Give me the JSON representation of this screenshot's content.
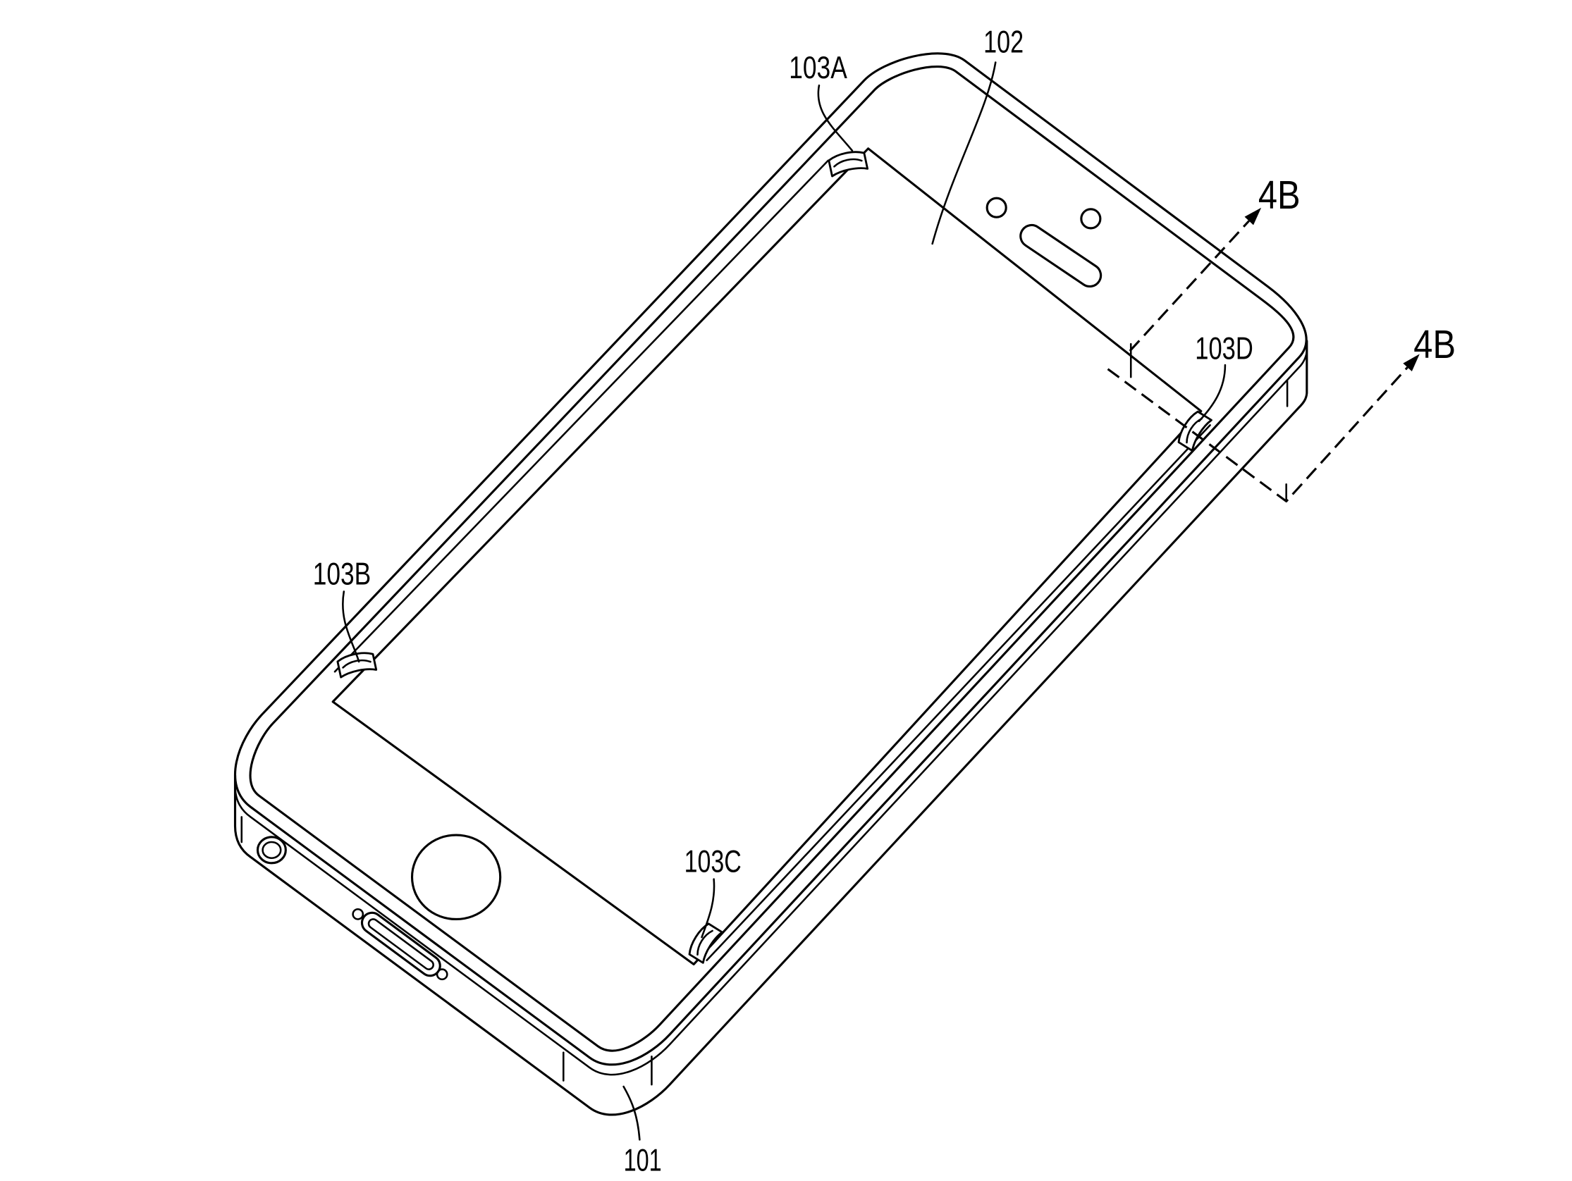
{
  "figure": {
    "reference_labels": {
      "r101": "101",
      "r102": "102",
      "r103a": "103A",
      "r103b": "103B",
      "r103c": "103C",
      "r103d": "103D"
    },
    "section_labels": {
      "upper": "4B",
      "lower": "4B"
    },
    "colors": {
      "line": "#000000",
      "background": "#ffffff"
    }
  }
}
